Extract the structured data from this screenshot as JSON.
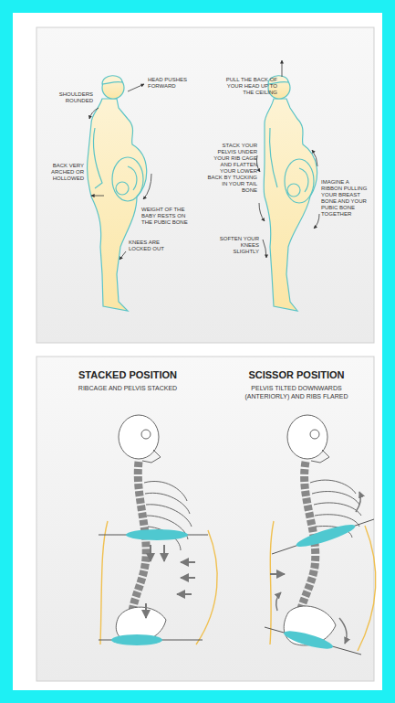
{
  "diagram": {
    "labels": [
      "SHOULDERS ROUNDED",
      "HEAD PUSHES FORWARD",
      "BACK VERY ARCHED OR HOLLOWED",
      "WEIGHT OF THE BABY RESTS ON THE PUBIC BONE",
      "KNEES ARE LOCKED OUT",
      "PULL THE BACK OF YOUR HEAD UP TO THE CEILING",
      "STACK YOUR PELVIS UNDER YOUR RIB CAGE AND FLATTEN YOUR LOWER BACK BY TUCKING IN YOUR TAIL BONE",
      "IMAGINE A RIBBON PULLING YOUR BREAST BONE AND YOUR PUBIC BONE TOGETHER",
      "SOFTEN YOUR KNEES SLIGHTLY",
      "STACKED POSITION",
      "RIBCAGE AND PELVIS STACKED",
      "SCISSOR POSITION",
      "PELVIS TILTED DOWNWARDS (ANTERIORLY) AND RIBS FLARED"
    ]
  }
}
